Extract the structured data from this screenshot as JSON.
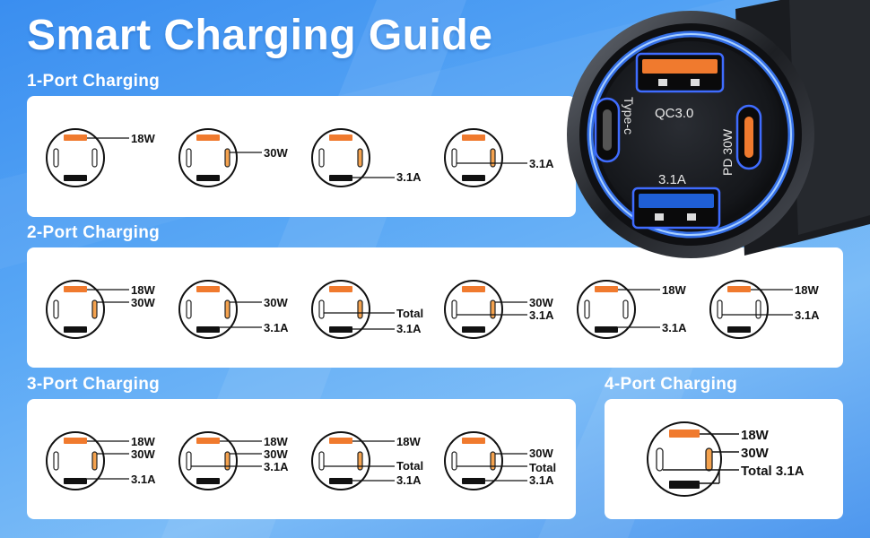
{
  "title": "Smart Charging Guide",
  "sections": {
    "one_port": "1-Port Charging",
    "two_port": "2-Port Charging",
    "three_port": "3-Port Charging",
    "four_port": "4-Port Charging"
  },
  "labels": {
    "w18": "18W",
    "w30": "30W",
    "a31": "3.1A",
    "total": "Total",
    "total31": "Total 3.1A"
  },
  "charger": {
    "qc": "QC3.0",
    "typec": "Type-c",
    "pd": "PD 30W",
    "a31": "3.1A"
  },
  "colors": {
    "usb_a_fast": "#f07a2e",
    "usb_a_std": "#1f5fd6",
    "ring_glow": "#3a7bff",
    "active_port": "#f4a24e"
  }
}
